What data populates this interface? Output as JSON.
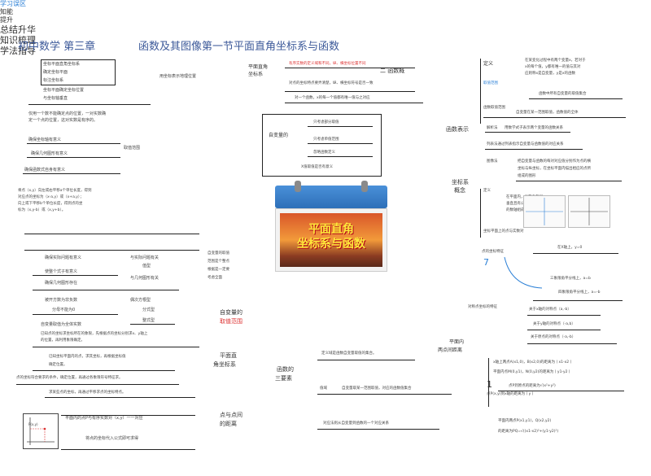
{
  "header": {
    "chapter": "初中数学  第三章",
    "section": "函数及其图像第一节平面直角坐标系与函数"
  },
  "center": {
    "knowledge": "知识梳理",
    "summary": "总结升华",
    "method": "学法指导",
    "study_review": "学习误区",
    "knowledge_up": "知能提升",
    "calendar_title_1": "平面直角",
    "calendar_title_2": "坐标系与函数"
  },
  "left_top": {
    "box_items": [
      "坐标平面直角坐标系",
      "确定坐标平面",
      "标注坐标系"
    ],
    "row1": "坐标平面确定坐标位置",
    "row2": "与坐标轴垂直",
    "note": "仅用一个数不能确定点的位置，一对实数确定一个点的位置，这对实数是有序的。",
    "mid_label": "用坐标表示地理位置",
    "b1": "确保坐标轴有意义",
    "b2": "确保几何图形有意义",
    "b3": "确保函数式自身有意义",
    "range_label": "取值范围",
    "points": "将点（x,y）向左或右平移a个单位长度，得到对应点的坐标为（x-a,y）或（x+a,y）；向上或下平移b个单位长度，得到点的坐标为（x,y-b）或（x,y+b）。"
  },
  "left_mid": {
    "c1": "确保实际问题有意义",
    "c2": "使整个式子有意义",
    "c3": "确保几何图形存在",
    "c4": "被开方数为非负数",
    "c5": "分母不能为0",
    "c6": "自变量取值为全体实数",
    "r1": "与实际问题有关",
    "r2": "值型",
    "r3": "与几何图形有关",
    "r4": "偶次方根型",
    "r5": "分式型",
    "r6": "整式型",
    "note1": "已知点的坐标求坐标所在的象限，先根据点的坐标分别求x、y轴上的位置再利用象限确定。",
    "note2": "已知坐标平面内的点求其坐标，再根据坐标值确定位置。",
    "note3": "点的坐标符合要求的条件，确定位置，再通过各象限符号特征求。",
    "note4": "求某些点的坐标，再通过平移求点的坐标特点。"
  },
  "bottom_left": {
    "text1": "平面内的点P与有序实数对（x,y）一一对应",
    "text2": "将点的坐标代入公式即可求得",
    "graph_label": "P(x,y)"
  },
  "center_left": {
    "lines": [
      "自变量的取值",
      "范围是个整点",
      "根据是一定要",
      "考虑全面"
    ],
    "label1": "自变量的",
    "label1b": "取值范围",
    "label2": "平面直",
    "label2b": "角坐标系",
    "label3": "函数的",
    "label3b": "三要素",
    "label4": "点与点间",
    "label4b": "的距离"
  },
  "center_top": {
    "plane_label": "平面直角坐标系",
    "line1": "有序实数的定义域和不同，纵、横坐标位置不同",
    "line2": "二 函数概",
    "line3": "对点的坐标特点要弄清楚，纵、横坐标符号是否一致",
    "line4": "对一个函数，x的每一个值都有唯一值与之对应",
    "var_label": "自变量的",
    "opt1": "只考虑部分取值",
    "opt2": "只考虑单值范围",
    "opt3": "忽略函数定义",
    "opt4": "X值取值是否有意义"
  },
  "center_bottom": {
    "def": "定义域是函数自变量取值的集合。",
    "range_label": "值域",
    "range": "自变量取某一范围取值，对应的函数值集合",
    "corr": "对应法则从自变量到函数的一个对应关系"
  },
  "right_top": {
    "def_label": "定义",
    "def_text": "在某变化过程中有两个变量x，若对于x的每个值，y都有唯一的值与其对应则称x是自变量，y是x的函数",
    "func_represent": "函数表示",
    "range_title": "取值范围",
    "range_text": "函数中所有自变量的取值集合",
    "domain_label": "函数取值范围",
    "domain_text": "自变量在某一范围取值，函数值的全体",
    "expr_label": "解析法",
    "expr_text": "用数学式子表示两个变量的函数关系",
    "list_label": "列表法",
    "list_text": "通过列表指示自变量与函数值的对应关系",
    "img_label": "图像法",
    "img_text": "把自变量与函数的每对对应值分别作为点的横坐标与纵坐标，在坐标平面内描出相应的点所组成的图形"
  },
  "right_mid": {
    "coord_label": "坐标系概念",
    "coord_def": "定义",
    "coord_text": "在平面内画两条互相垂直且有公共原点的数轴组成",
    "point_label": "坐标平面上的点与实数对",
    "sign_label": "点的坐标特征",
    "on_x": "在X轴上，y=0",
    "quad1": "三象限角平分线上，a=b",
    "quad2": "四象限角平分线上，a=-b",
    "sym_label": "对称点坐标的特征",
    "sym_x": "关于x轴的对称点（a,-b）",
    "sym_y": "关于y轴的对称点（-a,b）",
    "sym_o": "关于原点的对称点（-a,-b）",
    "dist_label": "平面内两点间距离",
    "dist1": "x轴上两点A(x1,0)，B(x2,0)的距离为丨x1-x2丨",
    "dist2": "平面内点M(0,y1)，N(0,y2)的距离为丨y1-y2丨",
    "dist3": "点P到原点的距离为√(x²+y²)",
    "dist4": "点P(x,y)到x轴的距离为丨y丨",
    "dist5": "平面内两点P(x1,y1)，Q(x2,y2)",
    "dist6": "的距离为PQ=√((x1-x2)²+(y1-y2)²)",
    "number_7": "7",
    "number_1": "1"
  }
}
